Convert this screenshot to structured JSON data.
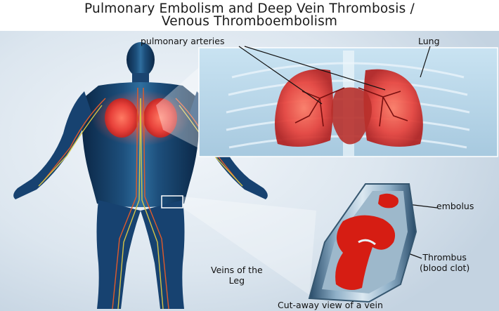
{
  "title": {
    "line1": "Pulmonary Embolism and Deep Vein Thrombosis /",
    "line2": "Venous Thromboembolism"
  },
  "labels": {
    "pulmonary_arteries": "pulmonary arteries",
    "lung": "Lung",
    "embolus": "embolus",
    "thrombus_line1": "Thrombus",
    "thrombus_line2": "(blood clot)",
    "veins_line1": "Veins of the",
    "veins_line2": "Leg",
    "cutaway": "Cut-away view of a vein"
  },
  "colors": {
    "background": "#d9e4ee",
    "body": "#16395e",
    "lung": "#e8413a",
    "clot": "#d61d13",
    "vein_wall": "#6f8da6"
  }
}
